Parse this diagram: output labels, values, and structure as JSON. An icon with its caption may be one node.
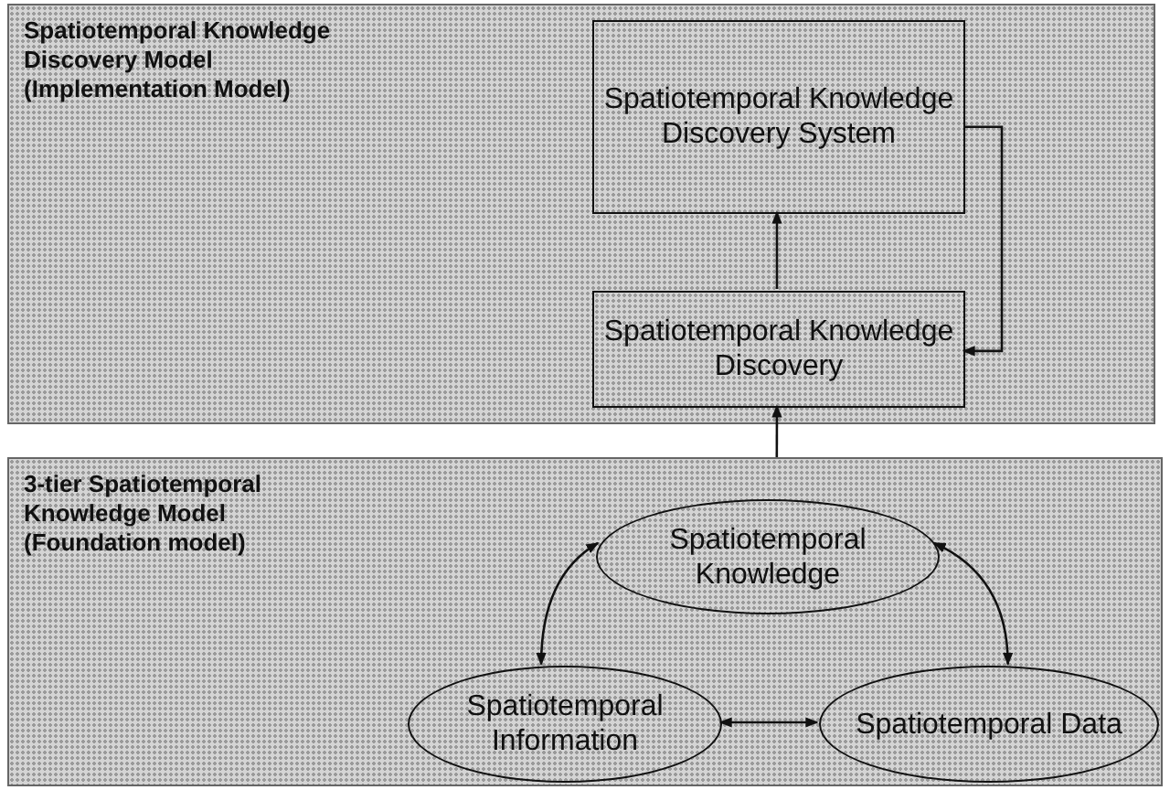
{
  "diagram": {
    "nodes": [
      {
        "text": [
          "Spatiotemporal Knowledge Discovery Model (Implementation Model)"
        ]
      },
      {
        "text": [
          "Spatiotemporal Knowledge Discovery System"
        ],
        "in": 0
      },
      {
        "text": [
          "Spatiotemporal Knowledge Discovery"
        ],
        "in": 0
      },
      {
        "text": [
          "3-tier Spatiotemporal Knowledge Model (Foundation model)"
        ]
      },
      {
        "text": [
          "Spatiotemporal Knowledge"
        ],
        "in": 3
      },
      {
        "text": [
          "Spatiotemporal Information"
        ],
        "in": 3
      },
      {
        "text": [
          "Spatiotemporal Data"
        ],
        "in": 3
      }
    ],
    "edges": [
      {
        "from": 2,
        "to": 1,
        "arrow": "to"
      },
      {
        "from": 1,
        "to": 2,
        "arrow": "to"
      },
      {
        "from": 3,
        "to": 2,
        "arrow": "to"
      },
      {
        "from": 4,
        "to": 5,
        "arrow": "both"
      },
      {
        "from": 4,
        "to": 6,
        "arrow": "both"
      },
      {
        "from": 5,
        "to": 6,
        "arrow": "both"
      }
    ]
  }
}
